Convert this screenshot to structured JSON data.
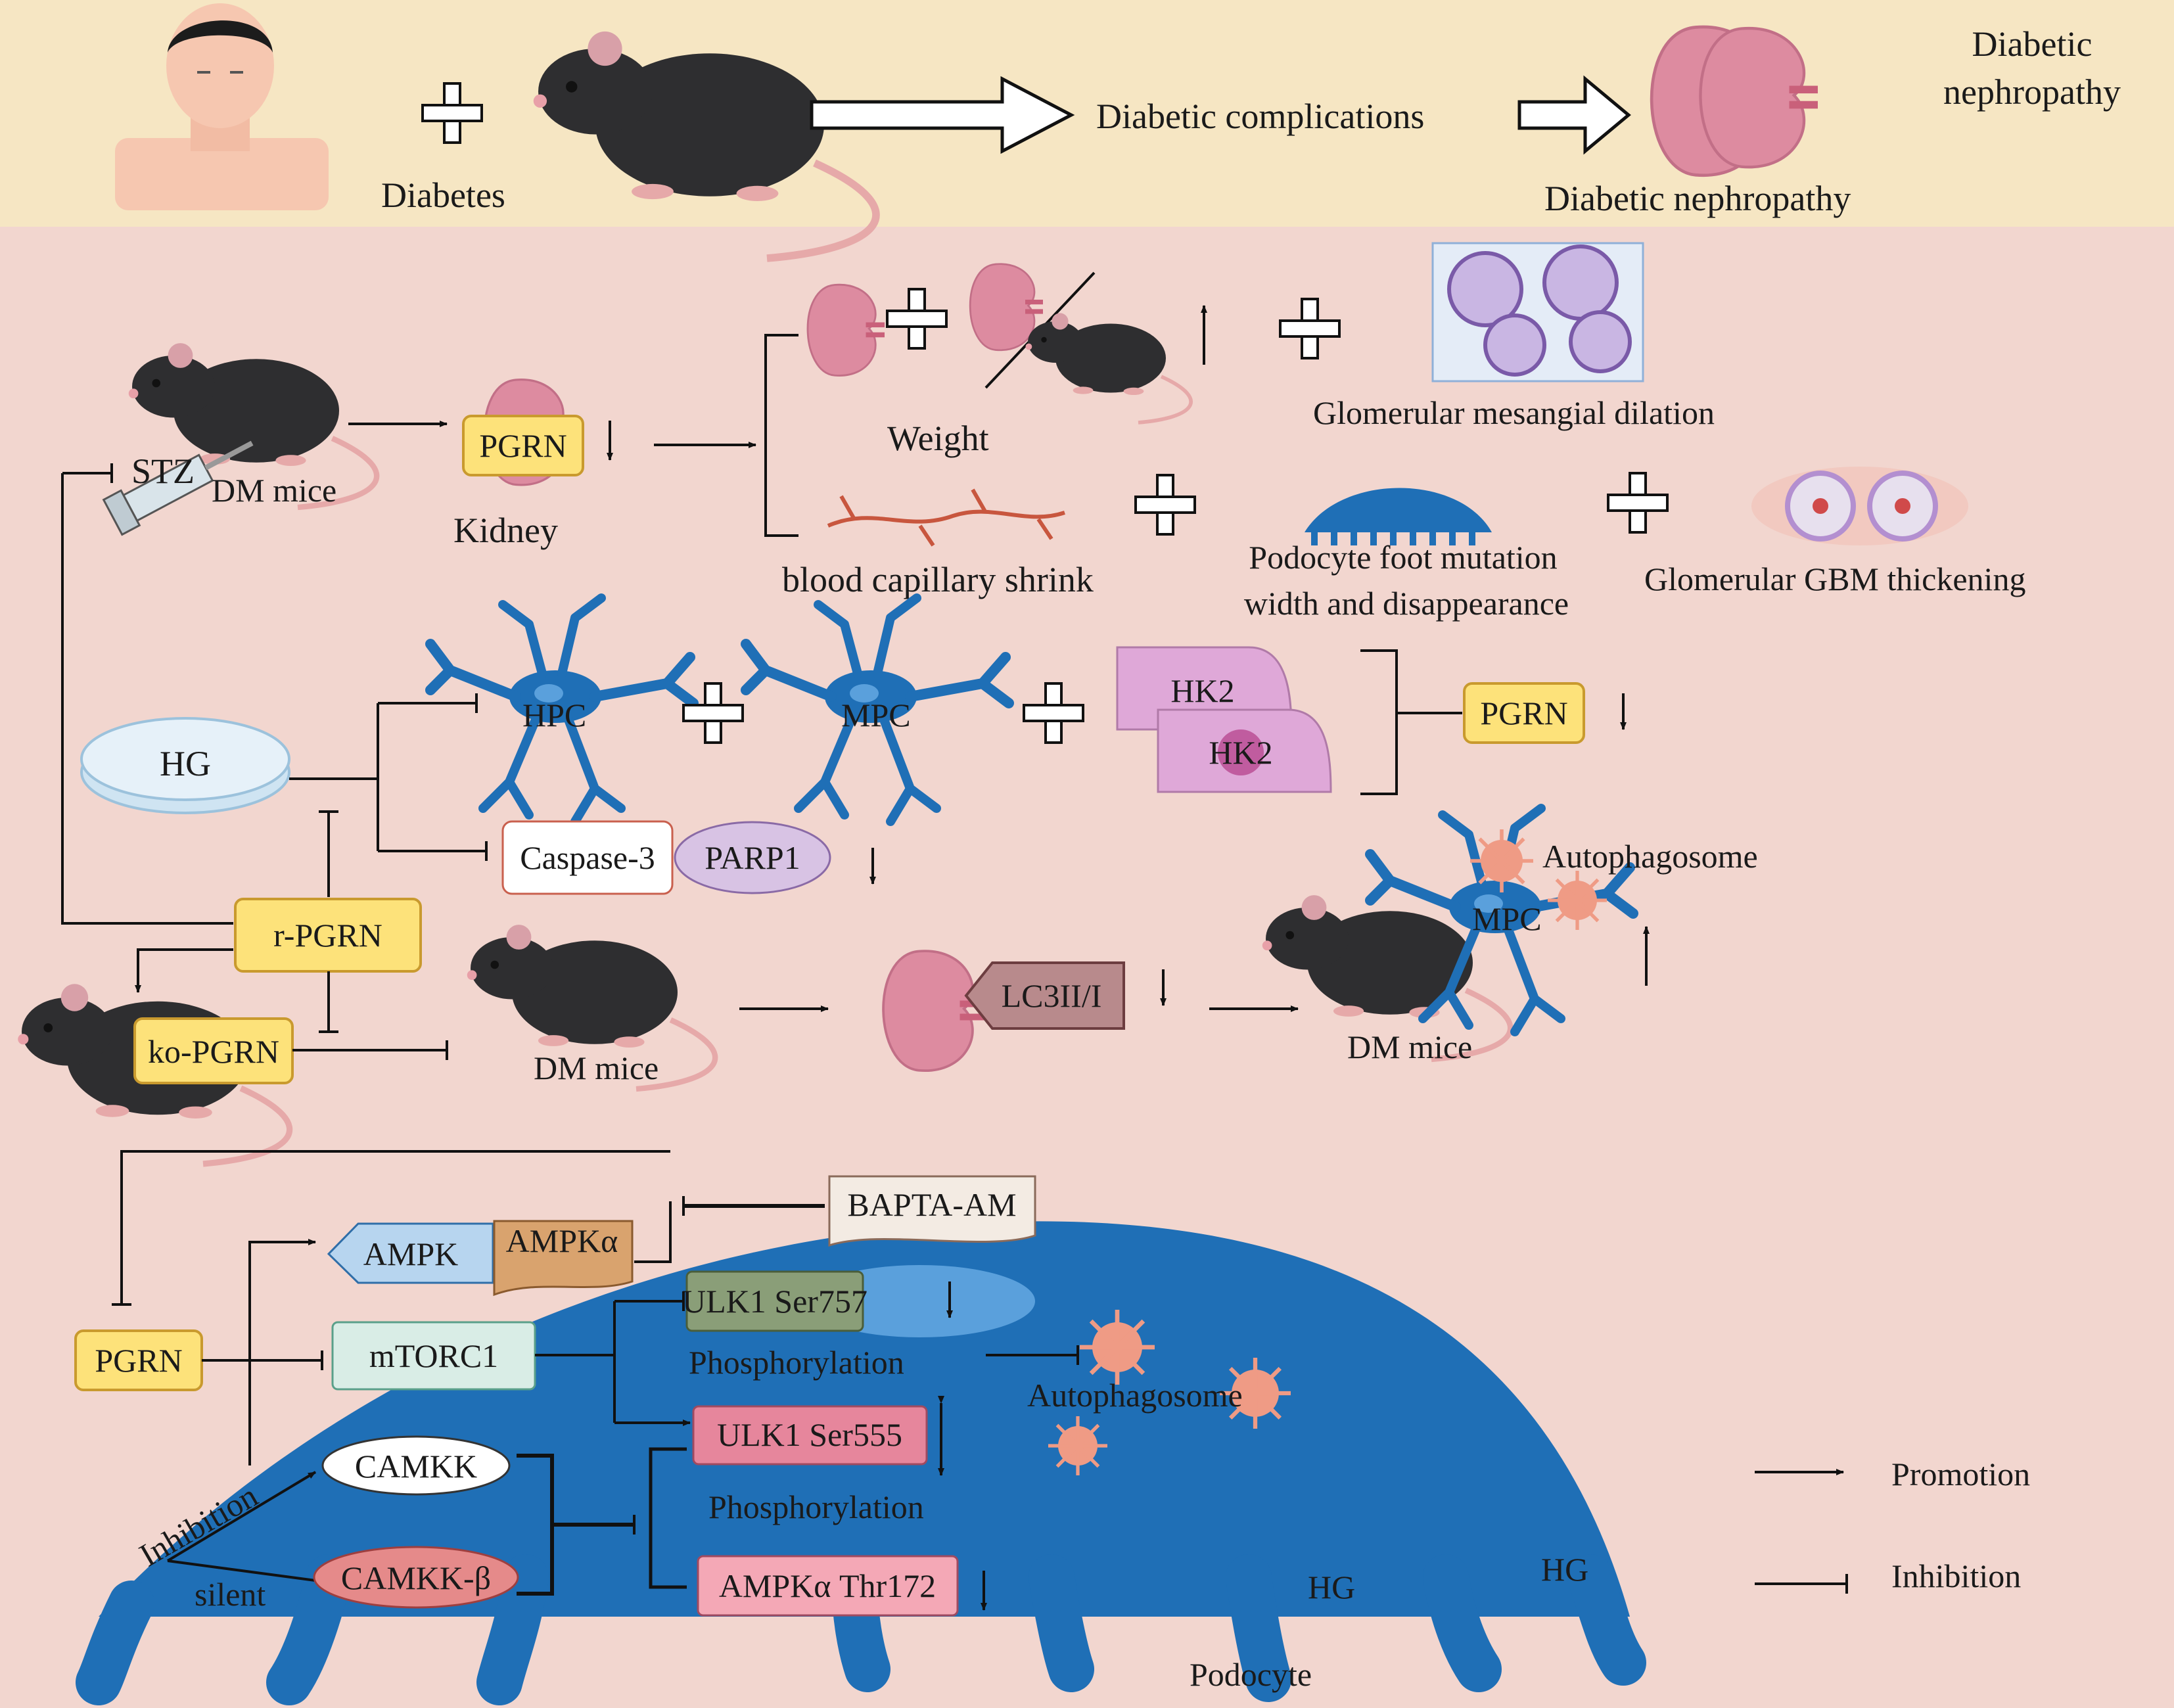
{
  "top": {
    "diabetes": "Diabetes",
    "complications": "Diabetic complications",
    "nephropathy": "Diabetic nephropathy",
    "corner_title": [
      "Diabetic",
      "nephropathy"
    ]
  },
  "mice_section": {
    "stz": "STZ",
    "dm_mice": "DM mice",
    "pgrn": "PGRN",
    "kidney": "Kidney",
    "weight": "Weight",
    "mesangial": "Glomerular mesangial dilation",
    "capillary": "blood capillary shrink",
    "podocyte_foot": [
      "Podocyte foot mutation",
      "width and disappearance"
    ],
    "gbm": "Glomerular GBM thickening"
  },
  "cell_section": {
    "hg": "HG",
    "hpc": "HPC",
    "mpc": "MPC",
    "hk2_a": "HK2",
    "hk2_b": "HK2",
    "pgrn": "PGRN",
    "caspase": "Caspase-3",
    "parp1": "PARP1",
    "autophagosome": "Autophagosome",
    "mpc2": "MPC",
    "r_pgrn": "r-PGRN",
    "ko_pgrn": "ko-PGRN",
    "dm_mice_1": "DM mice",
    "lc3": "LC3II/I",
    "dm_mice_2": "DM mice"
  },
  "pathway": {
    "bapta": "BAPTA-AM",
    "ampk": "AMPK",
    "ampka": "AMPKα",
    "ulk757": "ULK1 Ser757",
    "phos1": "Phosphorylation",
    "pgrn": "PGRN",
    "mtorc1": "mTORC1",
    "autophagosome": "Autophagosome",
    "ulk555": "ULK1 Ser555",
    "camkk": "CAMKK",
    "phos2": "Phosphorylation",
    "inhibition": "Inhibition",
    "silent": "silent",
    "camkkb": "CAMKK-β",
    "ampka_thr": "AMPKα Thr172",
    "hg1": "HG",
    "hg2": "HG",
    "podocyte": "Podocyte"
  },
  "legend": {
    "promotion": "Promotion",
    "inhibition": "Inhibition"
  },
  "colors": {
    "top_band": "#f6e6c3",
    "background": "#f2d6cf",
    "podocyte_blue": "#1f6fb6",
    "pgrn_yellow": "#fde27a",
    "kidney_pink": "#dd8ba0",
    "mouse_dark": "#2e2e30",
    "hk2_purple": "#dfa8d8"
  }
}
